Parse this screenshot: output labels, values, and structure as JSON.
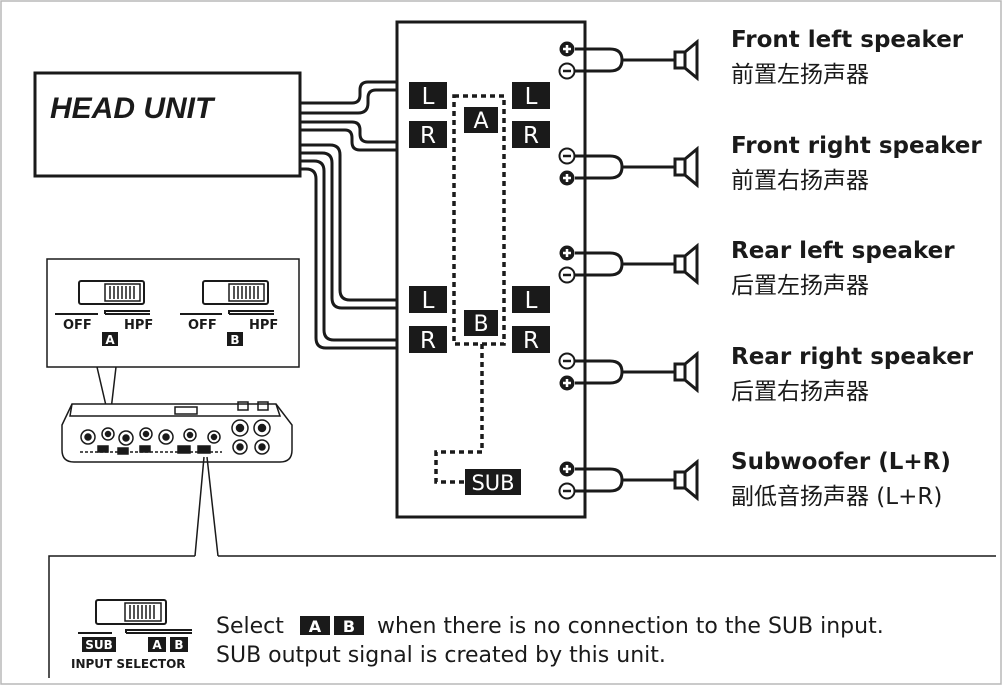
{
  "head_unit": {
    "label": "HEAD UNIT"
  },
  "amplifier": {
    "channel_labels": {
      "left": "L",
      "right": "R",
      "group_a": "A",
      "group_b": "B",
      "sub": "SUB"
    }
  },
  "speakers": [
    {
      "en": "Front left speaker",
      "zh": "前置左扬声器"
    },
    {
      "en": "Front right speaker",
      "zh": "前置右扬声器"
    },
    {
      "en": "Rear left speaker",
      "zh": "后置左扬声器"
    },
    {
      "en": "Rear right speaker",
      "zh": "后置右扬声器"
    },
    {
      "en": "Subwoofer (L+R)",
      "zh": "副低音扬声器 (L+R)"
    }
  ],
  "switch_panel": {
    "switch_a": {
      "off": "OFF",
      "hpf": "HPF",
      "badge": "A"
    },
    "switch_b": {
      "off": "OFF",
      "hpf": "HPF",
      "badge": "B"
    }
  },
  "note": {
    "selector_sub": "SUB",
    "selector_a": "A",
    "selector_b": "B",
    "selector_caption": "INPUT SELECTOR",
    "line1_prefix": "Select",
    "line1_suffix": "when there is no connection to the SUB input.",
    "line2": "SUB output signal is created by this unit."
  },
  "colors": {
    "ink": "#1a1a1a",
    "paper": "#ffffff",
    "frame": "#b0b0b0"
  }
}
